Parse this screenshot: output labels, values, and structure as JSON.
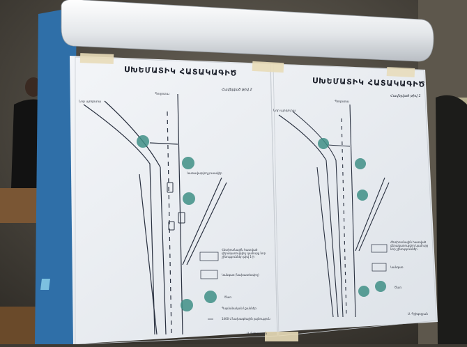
{
  "left_sheet": {
    "title": "ՍԽԵՄԱՏԻԿ ՀԱՏԱԿԱԳԻԾ",
    "subtitle": "Հավելված թիվ 2",
    "road_label_left": "Նոր պողոտա",
    "road_label_right": "Պողոտա",
    "annotation": "Կառավարվող լուսակիր",
    "legend_items": [
      "Հետիոտնային հատված վերակառուցվող կամուրջ նոր շինություններ թիվ 1-ի",
      "Կանգառ (նախատեսվող)",
      "Ծառ",
      "Պայմանական նշաններ",
      "1400 մ նախագծային լայնություն"
    ],
    "footer": "Ս. Գրիգորյան"
  },
  "right_sheet": {
    "title": "ՍԽԵՄԱՏԻԿ ՀԱՏԱԿԱԳԻԾ",
    "subtitle": "Հավելված թիվ 1",
    "road_label_left": "Նոր պողոտա",
    "road_label_right": "Պողոտա",
    "legend_items": [
      "Հետիոտնային հատված վերակառուցվող կամուրջ նոր շինություններ",
      "Կանգառ",
      "Ծառ"
    ],
    "footer": "Ս. Գրիգորյան"
  },
  "colors": {
    "wall": "#4a463f",
    "board": "#2f6fa8",
    "paper": "#eef1f4",
    "tree": "#3f8f86"
  }
}
